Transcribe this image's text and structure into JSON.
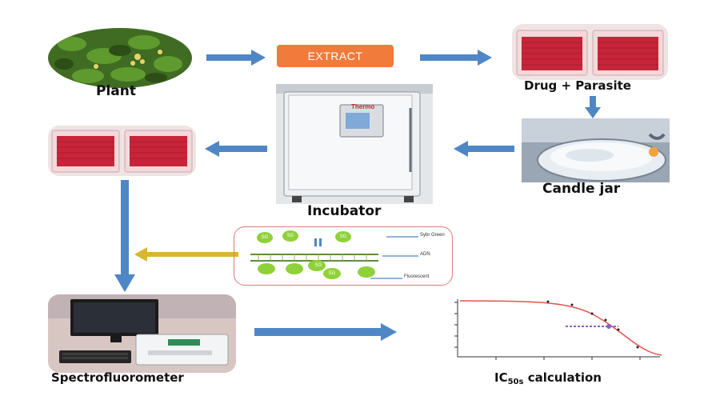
{
  "steps": {
    "plant": {
      "label": "Plant"
    },
    "extract": {
      "label": "EXTRACT"
    },
    "drug_parasite": {
      "label": "Drug + Parasite"
    },
    "candle_jar": {
      "label": "Candle jar"
    },
    "incubator": {
      "label": "Incubator",
      "brand": "Thermo"
    },
    "spectrofluorometer": {
      "label": "Spectrofluorometer"
    },
    "ic50": {
      "label_main": "IC",
      "label_sub": "50s",
      "label_tail": " calculation"
    }
  },
  "sybr_inset": {
    "marker": "SG",
    "labels": [
      "Sybr Green",
      "ADN",
      "Fluorescent"
    ]
  },
  "colors": {
    "arrow_blue": "#4f86c6",
    "arrow_yellow": "#d9b530",
    "extract_box": "#f07b3a",
    "well_red": "#c8253a",
    "inset_border": "#e07b7b",
    "sg_green": "#8fd13a",
    "curve_red": "#e0544f"
  }
}
